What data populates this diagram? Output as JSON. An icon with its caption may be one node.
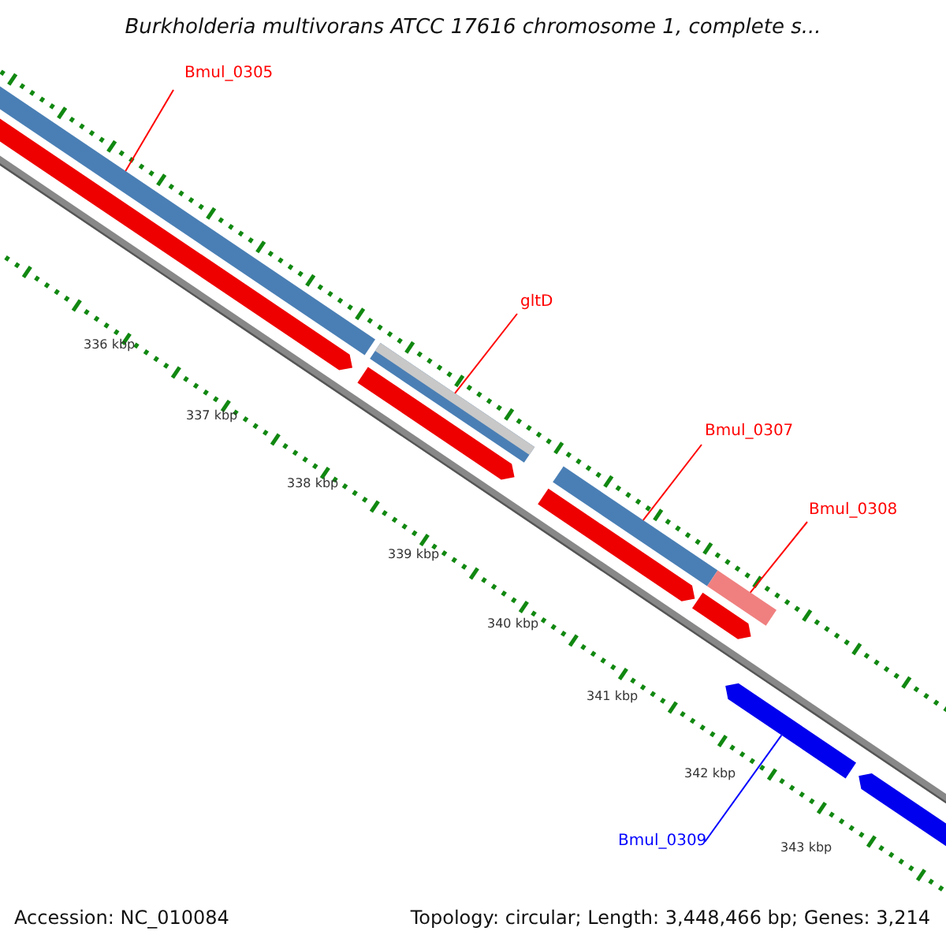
{
  "diagram": {
    "title": "Burkholderia multivorans ATCC 17616 chromosome 1, complete s...",
    "nodes": [
      {
        "text": [
          "Bmul_0305"
        ]
      },
      {
        "text": [],
        "shape": "bar"
      },
      {
        "text": [],
        "shape": "arrow"
      },
      {
        "text": [
          "gltD"
        ]
      },
      {
        "text": [],
        "shape": "bar"
      },
      {
        "text": [],
        "shape": "arrow"
      },
      {
        "text": [
          "Bmul_0307"
        ]
      },
      {
        "text": [],
        "shape": "bar"
      },
      {
        "text": [],
        "shape": "arrow"
      },
      {
        "text": [
          "Bmul_0308"
        ]
      },
      {
        "text": [],
        "shape": "bar"
      },
      {
        "text": [],
        "shape": "arrow"
      },
      {
        "text": [
          "Bmul_0309"
        ]
      },
      {
        "text": [],
        "shape": "arrow"
      },
      {
        "text": [],
        "shape": "arrow"
      }
    ],
    "edges": [
      {
        "from": 0,
        "to": 1,
        "arrow": "none"
      },
      {
        "from": 3,
        "to": 4,
        "arrow": "none"
      },
      {
        "from": 6,
        "to": 7,
        "arrow": "none"
      },
      {
        "from": 9,
        "to": 10,
        "arrow": "none"
      },
      {
        "from": 12,
        "to": 13,
        "arrow": "none",
        "color": "#0000ff"
      }
    ],
    "labels": [
      "336 kbp",
      "337 kbp",
      "338 kbp",
      "339 kbp",
      "340 kbp",
      "341 kbp",
      "342 kbp",
      "343 kbp",
      "Accession: NC_010084",
      "Topology: circular; Length: 3,448,466 bp; Genes: 3,214"
    ]
  }
}
